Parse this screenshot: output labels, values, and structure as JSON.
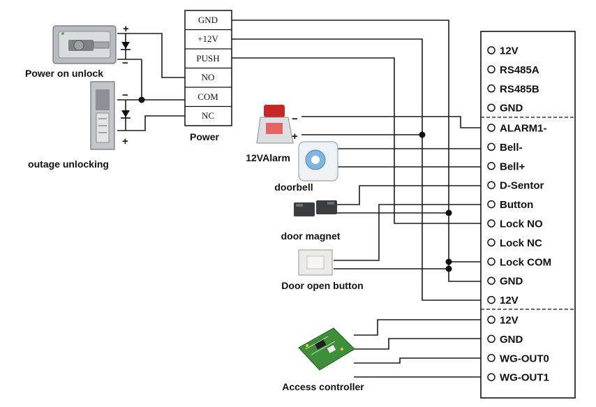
{
  "power_supply": {
    "caption": "Power",
    "terminals": [
      "GND",
      "+12V",
      "PUSH",
      "NO",
      "COM",
      "NC"
    ]
  },
  "controller_terminals": {
    "group_1": [
      "12V",
      "RS485A",
      "RS485B",
      "GND"
    ],
    "group_2": [
      "ALARM1-",
      "Bell-",
      "Bell+",
      "D-Sentor",
      "Button",
      "Lock NO",
      "Lock NC",
      "Lock COM",
      "GND",
      "12V"
    ],
    "group_3": [
      "12V",
      "GND",
      "WG-OUT0",
      "WG-OUT1"
    ]
  },
  "devices": {
    "power_on_unlock": "Power on unlock",
    "outage_unlocking": "outage unlocking",
    "alarm": "12VAlarm",
    "doorbell": "doorbell",
    "door_magnet": "door  magnet",
    "door_open_button": "Door open button",
    "access_controller": "Access controller"
  },
  "polarity": {
    "plus": "+",
    "minus": "−"
  },
  "colors": {
    "wire": "#1a1a1a",
    "alarm_red": "#c62828",
    "pcb_green": "#3f8f3a",
    "doorbell_blue": "#7fb6e0"
  }
}
